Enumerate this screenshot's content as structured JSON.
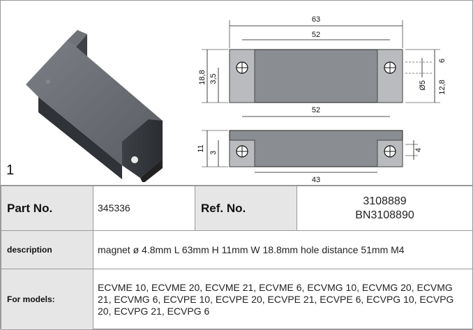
{
  "figure": {
    "number": "1",
    "dimensions": {
      "overall_length": "63",
      "top_inner_length": "52",
      "total_width": "18,8",
      "edge_offset": "3,5",
      "right_top": "6",
      "right_bottom": "12,8",
      "hole_diameter": "Ø5",
      "side_length": "52",
      "side_height": "11",
      "side_step": "3",
      "side_right": "4",
      "side_bottom_length": "43"
    }
  },
  "table": {
    "part_no_label": "Part No.",
    "part_no_value": "345336",
    "ref_no_label": "Ref. No.",
    "ref_no_line1": "3108889",
    "ref_no_line2": "BN3108890",
    "description_label": "description",
    "description_value": "magnet  ø 4.8mm L 63mm H 11mm W 18.8mm hole distance 51mm M4",
    "models_label": "For models:",
    "models_value": "ECVME 10, ECVME 20, ECVME 21, ECVME 6, ECVMG 10, ECVMG 20, ECVMG 21, ECVMG 6, ECVPE 10, ECVPE 20, ECVPE 21, ECVPE 6, ECVPG 10, ECVPG 20, ECVPG 21, ECVPG 6"
  }
}
